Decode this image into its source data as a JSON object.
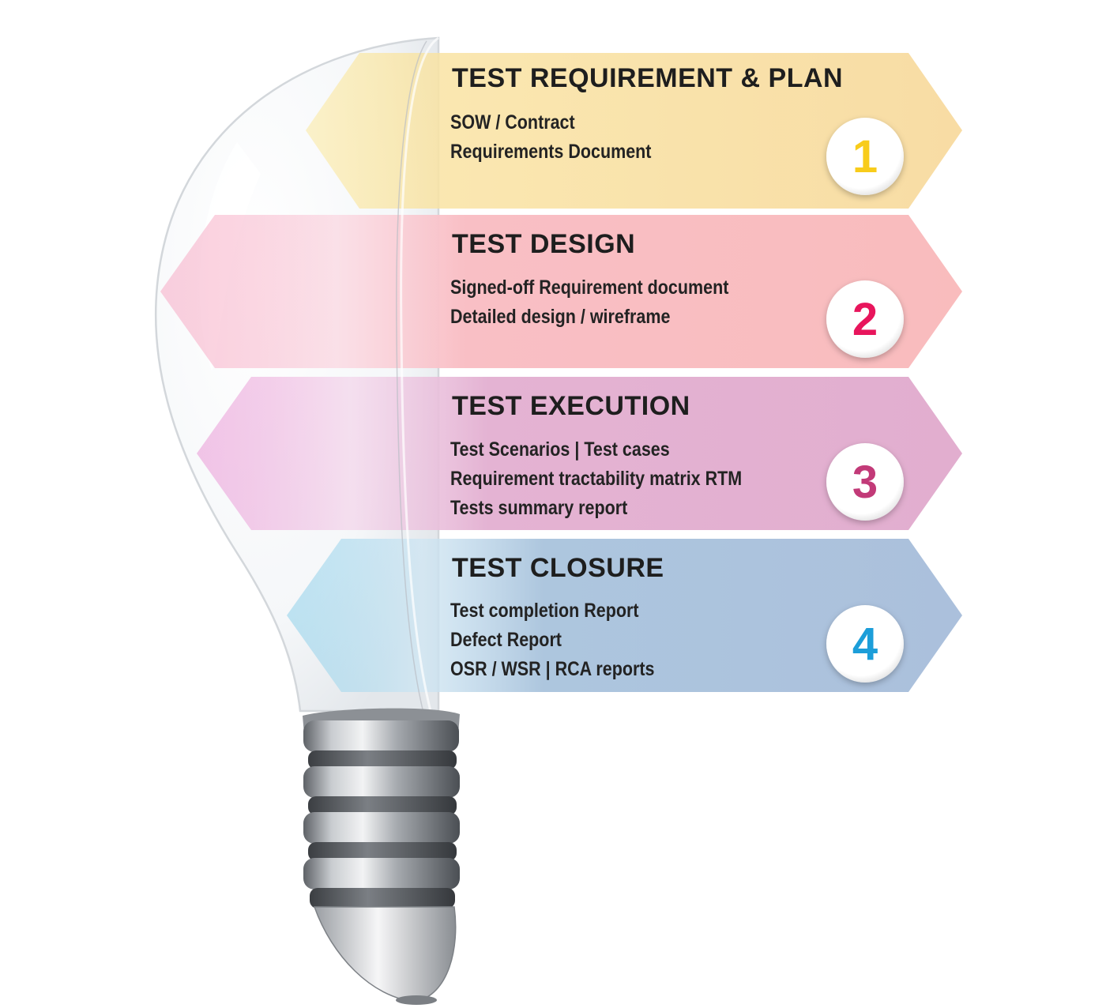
{
  "stages": [
    {
      "title": "TEST REQUIREMENT & PLAN",
      "items": [
        "SOW / Contract",
        "Requirements Document"
      ],
      "number": "1",
      "color": "#f8dea2",
      "accent": "#f8cc1b"
    },
    {
      "title": "TEST DESIGN",
      "items": [
        "Signed-off Requirement document",
        "Detailed design / wireframe"
      ],
      "number": "2",
      "color": "#f9bcbf",
      "accent": "#e8155c"
    },
    {
      "title": "TEST EXECUTION",
      "items": [
        "Test Scenarios | Test cases",
        "Requirement tractability matrix RTM",
        "Tests summary report"
      ],
      "number": "3",
      "color": "#e2afcf",
      "accent": "#c23a78"
    },
    {
      "title": "TEST CLOSURE",
      "items": [
        "Test completion Report",
        "Defect Report",
        "OSR / WSR  | RCA reports"
      ],
      "number": "4",
      "color": "#acc0dd",
      "accent": "#1c9ed9"
    }
  ],
  "bulb": {
    "glass_color": "#f4f6f8",
    "outline_color": "#d2d6da",
    "base_color": "#8f9398"
  }
}
